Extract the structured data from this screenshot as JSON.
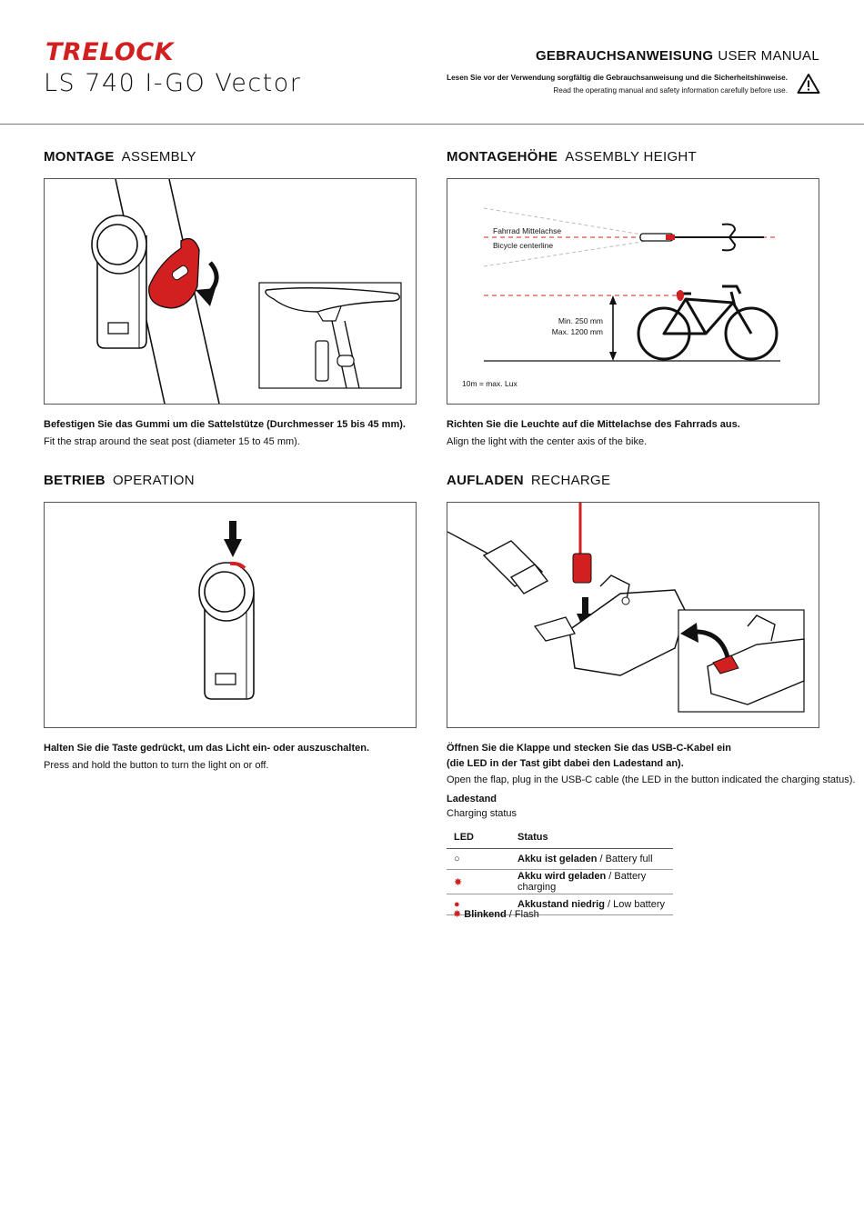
{
  "header": {
    "brand": "TRELOCK",
    "product": "LS 740 I-GO Vector",
    "manual_de": "GEBRAUCHSANWEISUNG",
    "manual_en": "USER MANUAL",
    "warning_de": "Lesen Sie vor der Verwendung sorgfältig die Gebrauchsanweisung und die Sicherheitshinweise.",
    "warning_en": "Read the operating manual and safety information carefully before use.",
    "warning_icon": "warning-triangle-icon"
  },
  "sections": {
    "assembly": {
      "title_de": "MONTAGE",
      "title_en": "ASSEMBLY",
      "caption_de": "Befestigen Sie das Gummi um die Sattelstütze (Durchmesser 15 bis 45 mm).",
      "caption_en": "Fit the strap around the seat post (diameter 15 to 45 mm)."
    },
    "height": {
      "title_de": "MONTAGEHÖHE",
      "title_en": "ASSEMBLY HEIGHT",
      "label_centerline_de": "Fahrrad Mittelachse",
      "label_centerline_en": "Bicycle centerline",
      "label_min": "Min. 250 mm",
      "label_max": "Max. 1200 mm",
      "label_lux": "10m = max. Lux",
      "caption_de": "Richten Sie die Leuchte auf die Mittelachse des Fahrrads aus.",
      "caption_en": "Align the light with the center axis of the bike."
    },
    "operation": {
      "title_de": "BETRIEB",
      "title_en": "OPERATION",
      "caption_de": "Halten Sie die Taste gedrückt, um das Licht ein- oder auszuschalten.",
      "caption_en": "Press and hold the button to turn the light on or off."
    },
    "recharge": {
      "title_de": "AUFLADEN",
      "title_en": "RECHARGE",
      "caption_de_1": "Öffnen Sie die Klappe und stecken Sie das USB-C-Kabel ein",
      "caption_de_2": "(die LED in der Tast gibt dabei den Ladestand an).",
      "caption_en": "Open the flap, plug in the USB-C cable (the LED in the button indicated the charging status).",
      "status_title_de": "Ladestand",
      "status_title_en": "Charging status",
      "table": {
        "headers": [
          "LED",
          "Status"
        ],
        "rows": [
          {
            "symbol": "○",
            "status_de": "Akku ist geladen",
            "status_en": "Battery full"
          },
          {
            "symbol": "✸",
            "status_de": "Akku wird geladen",
            "status_en": "Battery charging"
          },
          {
            "symbol": "●",
            "status_de": "Akkustand niedrig",
            "status_en": "Low battery"
          }
        ]
      },
      "flash_symbol": "✸",
      "flash_de": "Blinkend",
      "flash_en": "Flash"
    }
  },
  "colors": {
    "accent": "#d21f1f",
    "line": "#555555"
  }
}
